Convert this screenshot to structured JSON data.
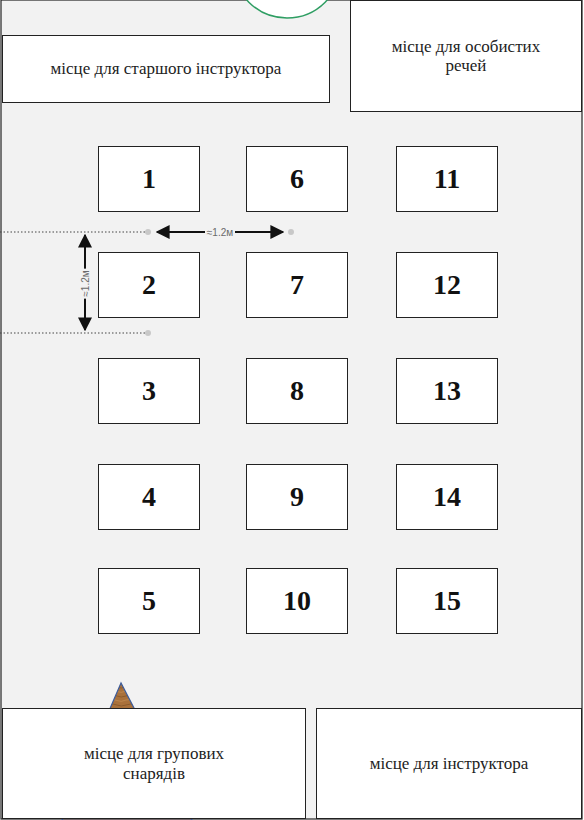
{
  "diagram": {
    "nodes": [
      {
        "text": [
          "місце для старшого інструктора"
        ]
      },
      {
        "text": [
          "місце для особистих речей"
        ]
      },
      {
        "text": [
          "1"
        ]
      },
      {
        "text": [
          "6"
        ]
      },
      {
        "text": [
          "11"
        ]
      },
      {
        "text": [
          "2"
        ]
      },
      {
        "text": [
          "7"
        ]
      },
      {
        "text": [
          "12"
        ]
      },
      {
        "text": [
          "3"
        ]
      },
      {
        "text": [
          "8"
        ]
      },
      {
        "text": [
          "13"
        ]
      },
      {
        "text": [
          "4"
        ]
      },
      {
        "text": [
          "9"
        ]
      },
      {
        "text": [
          "14"
        ]
      },
      {
        "text": [
          "5"
        ]
      },
      {
        "text": [
          "10"
        ]
      },
      {
        "text": [
          "15"
        ]
      },
      {
        "text": [
          "місце для групових снарядів"
        ]
      },
      {
        "text": [
          "місце для інструктора"
        ]
      }
    ],
    "labels": [
      "≈1.2м",
      "≈1.2м"
    ]
  }
}
